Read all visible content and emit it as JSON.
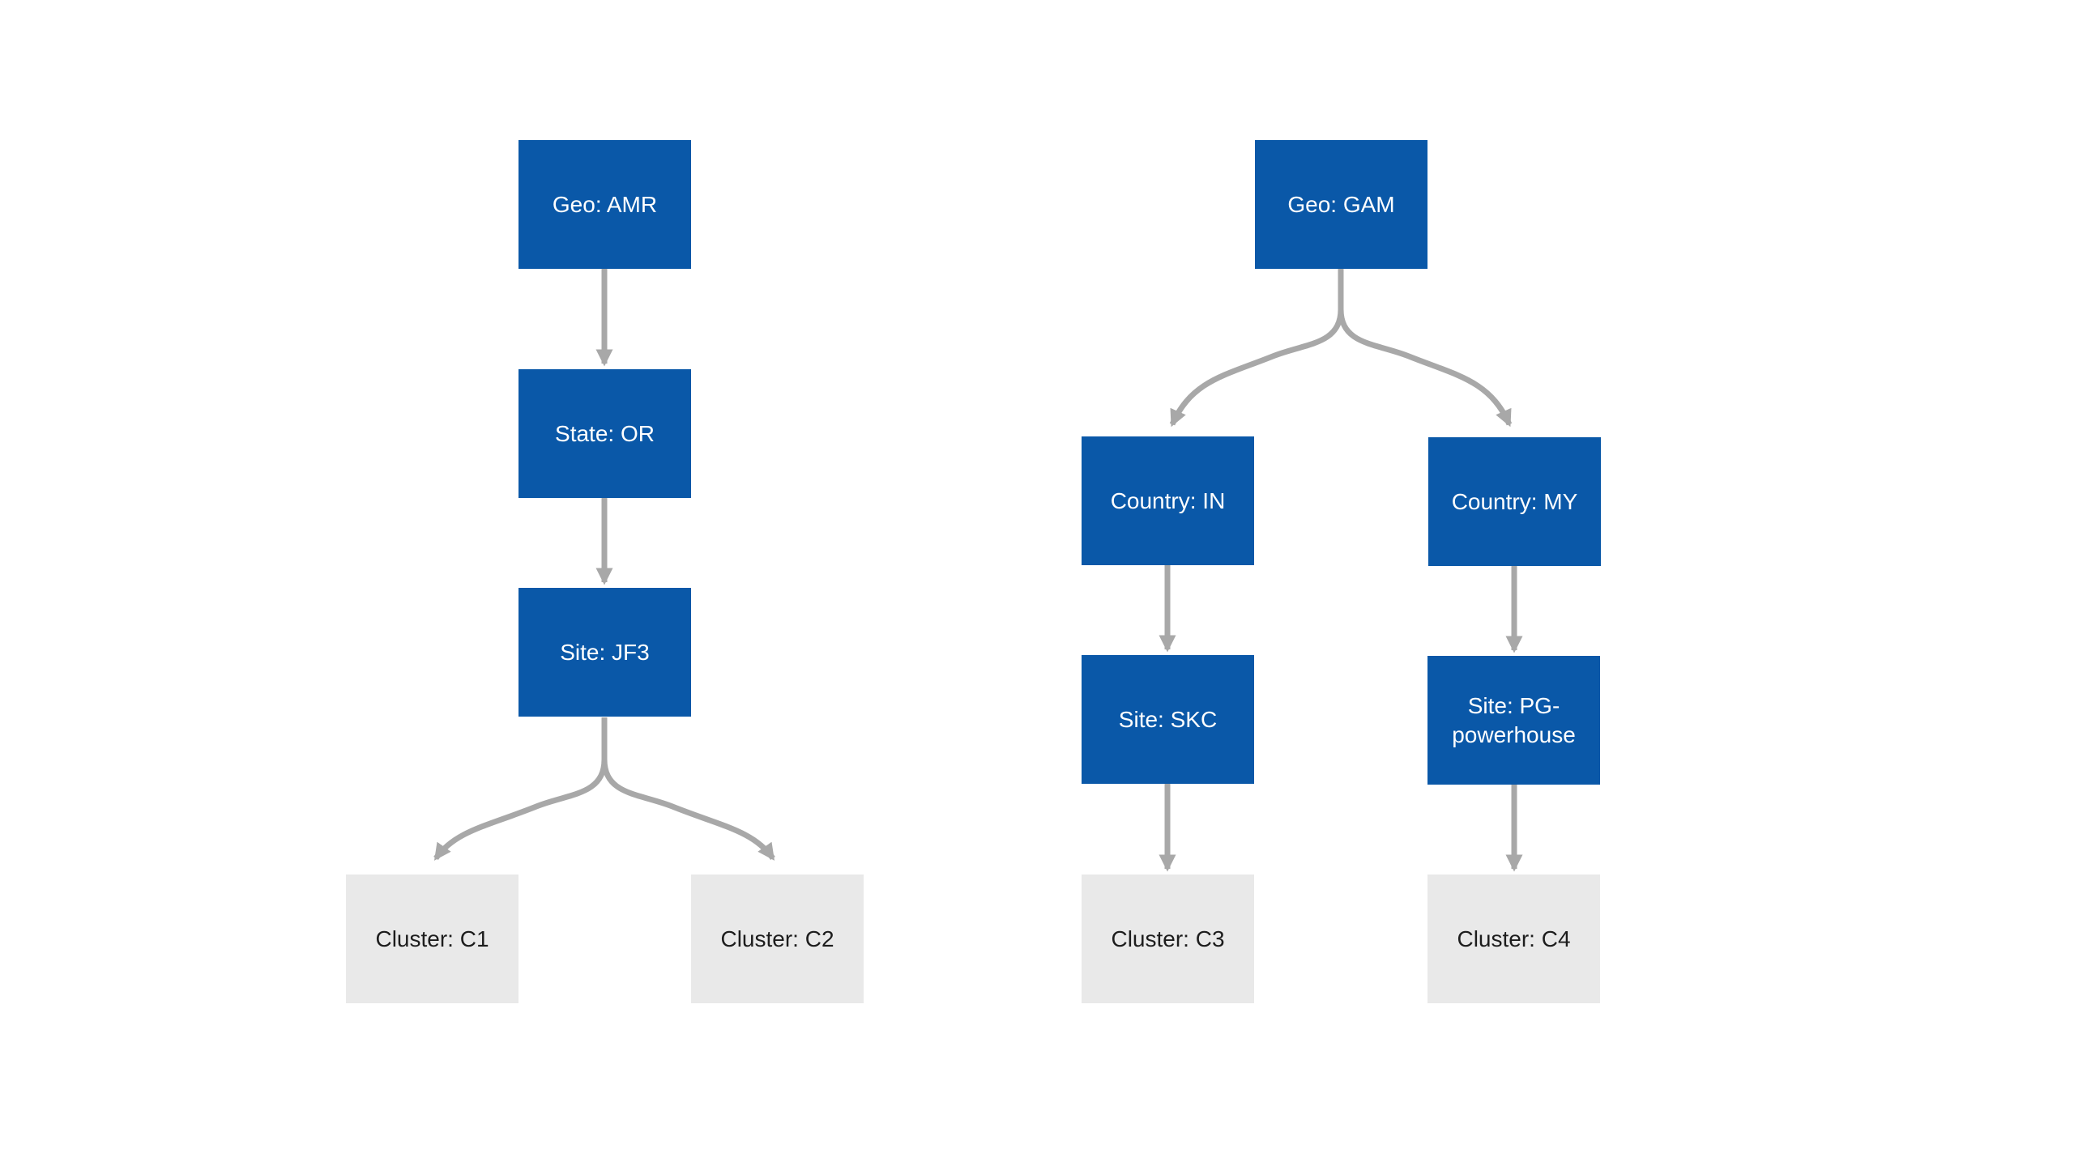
{
  "diagram": {
    "type": "org-hierarchy-flowchart",
    "background": "#ffffff",
    "colors": {
      "node_primary_bg": "#0a58a8",
      "node_primary_text": "#ffffff",
      "node_leaf_bg": "#e9e9e9",
      "node_leaf_text": "#1d1d1d",
      "connector": "#a8a8a8"
    }
  },
  "nodes": {
    "geo_amr": {
      "label": "Geo: AMR",
      "level": "geo",
      "style": "primary"
    },
    "state_or": {
      "label": "State: OR",
      "level": "state",
      "style": "primary"
    },
    "site_jf3": {
      "label": "Site: JF3",
      "level": "site",
      "style": "primary"
    },
    "cluster_c1": {
      "label": "Cluster: C1",
      "level": "cluster",
      "style": "leaf"
    },
    "cluster_c2": {
      "label": "Cluster: C2",
      "level": "cluster",
      "style": "leaf"
    },
    "geo_gam": {
      "label": "Geo: GAM",
      "level": "geo",
      "style": "primary"
    },
    "country_in": {
      "label": "Country: IN",
      "level": "country",
      "style": "primary"
    },
    "country_my": {
      "label": "Country: MY",
      "level": "country",
      "style": "primary"
    },
    "site_skc": {
      "label": "Site: SKC",
      "level": "site",
      "style": "primary"
    },
    "site_pg": {
      "label": "Site: PG-powerhouse",
      "level": "site",
      "style": "primary"
    },
    "cluster_c3": {
      "label": "Cluster: C3",
      "level": "cluster",
      "style": "leaf"
    },
    "cluster_c4": {
      "label": "Cluster: C4",
      "level": "cluster",
      "style": "leaf"
    }
  },
  "edges": [
    {
      "from": "geo_amr",
      "to": "state_or",
      "shape": "straight"
    },
    {
      "from": "state_or",
      "to": "site_jf3",
      "shape": "straight"
    },
    {
      "from": "site_jf3",
      "to": "cluster_c1",
      "shape": "fork"
    },
    {
      "from": "site_jf3",
      "to": "cluster_c2",
      "shape": "fork"
    },
    {
      "from": "geo_gam",
      "to": "country_in",
      "shape": "fork"
    },
    {
      "from": "geo_gam",
      "to": "country_my",
      "shape": "fork"
    },
    {
      "from": "country_in",
      "to": "site_skc",
      "shape": "straight"
    },
    {
      "from": "country_my",
      "to": "site_pg",
      "shape": "straight"
    },
    {
      "from": "site_skc",
      "to": "cluster_c3",
      "shape": "straight"
    },
    {
      "from": "site_pg",
      "to": "cluster_c4",
      "shape": "straight"
    }
  ]
}
